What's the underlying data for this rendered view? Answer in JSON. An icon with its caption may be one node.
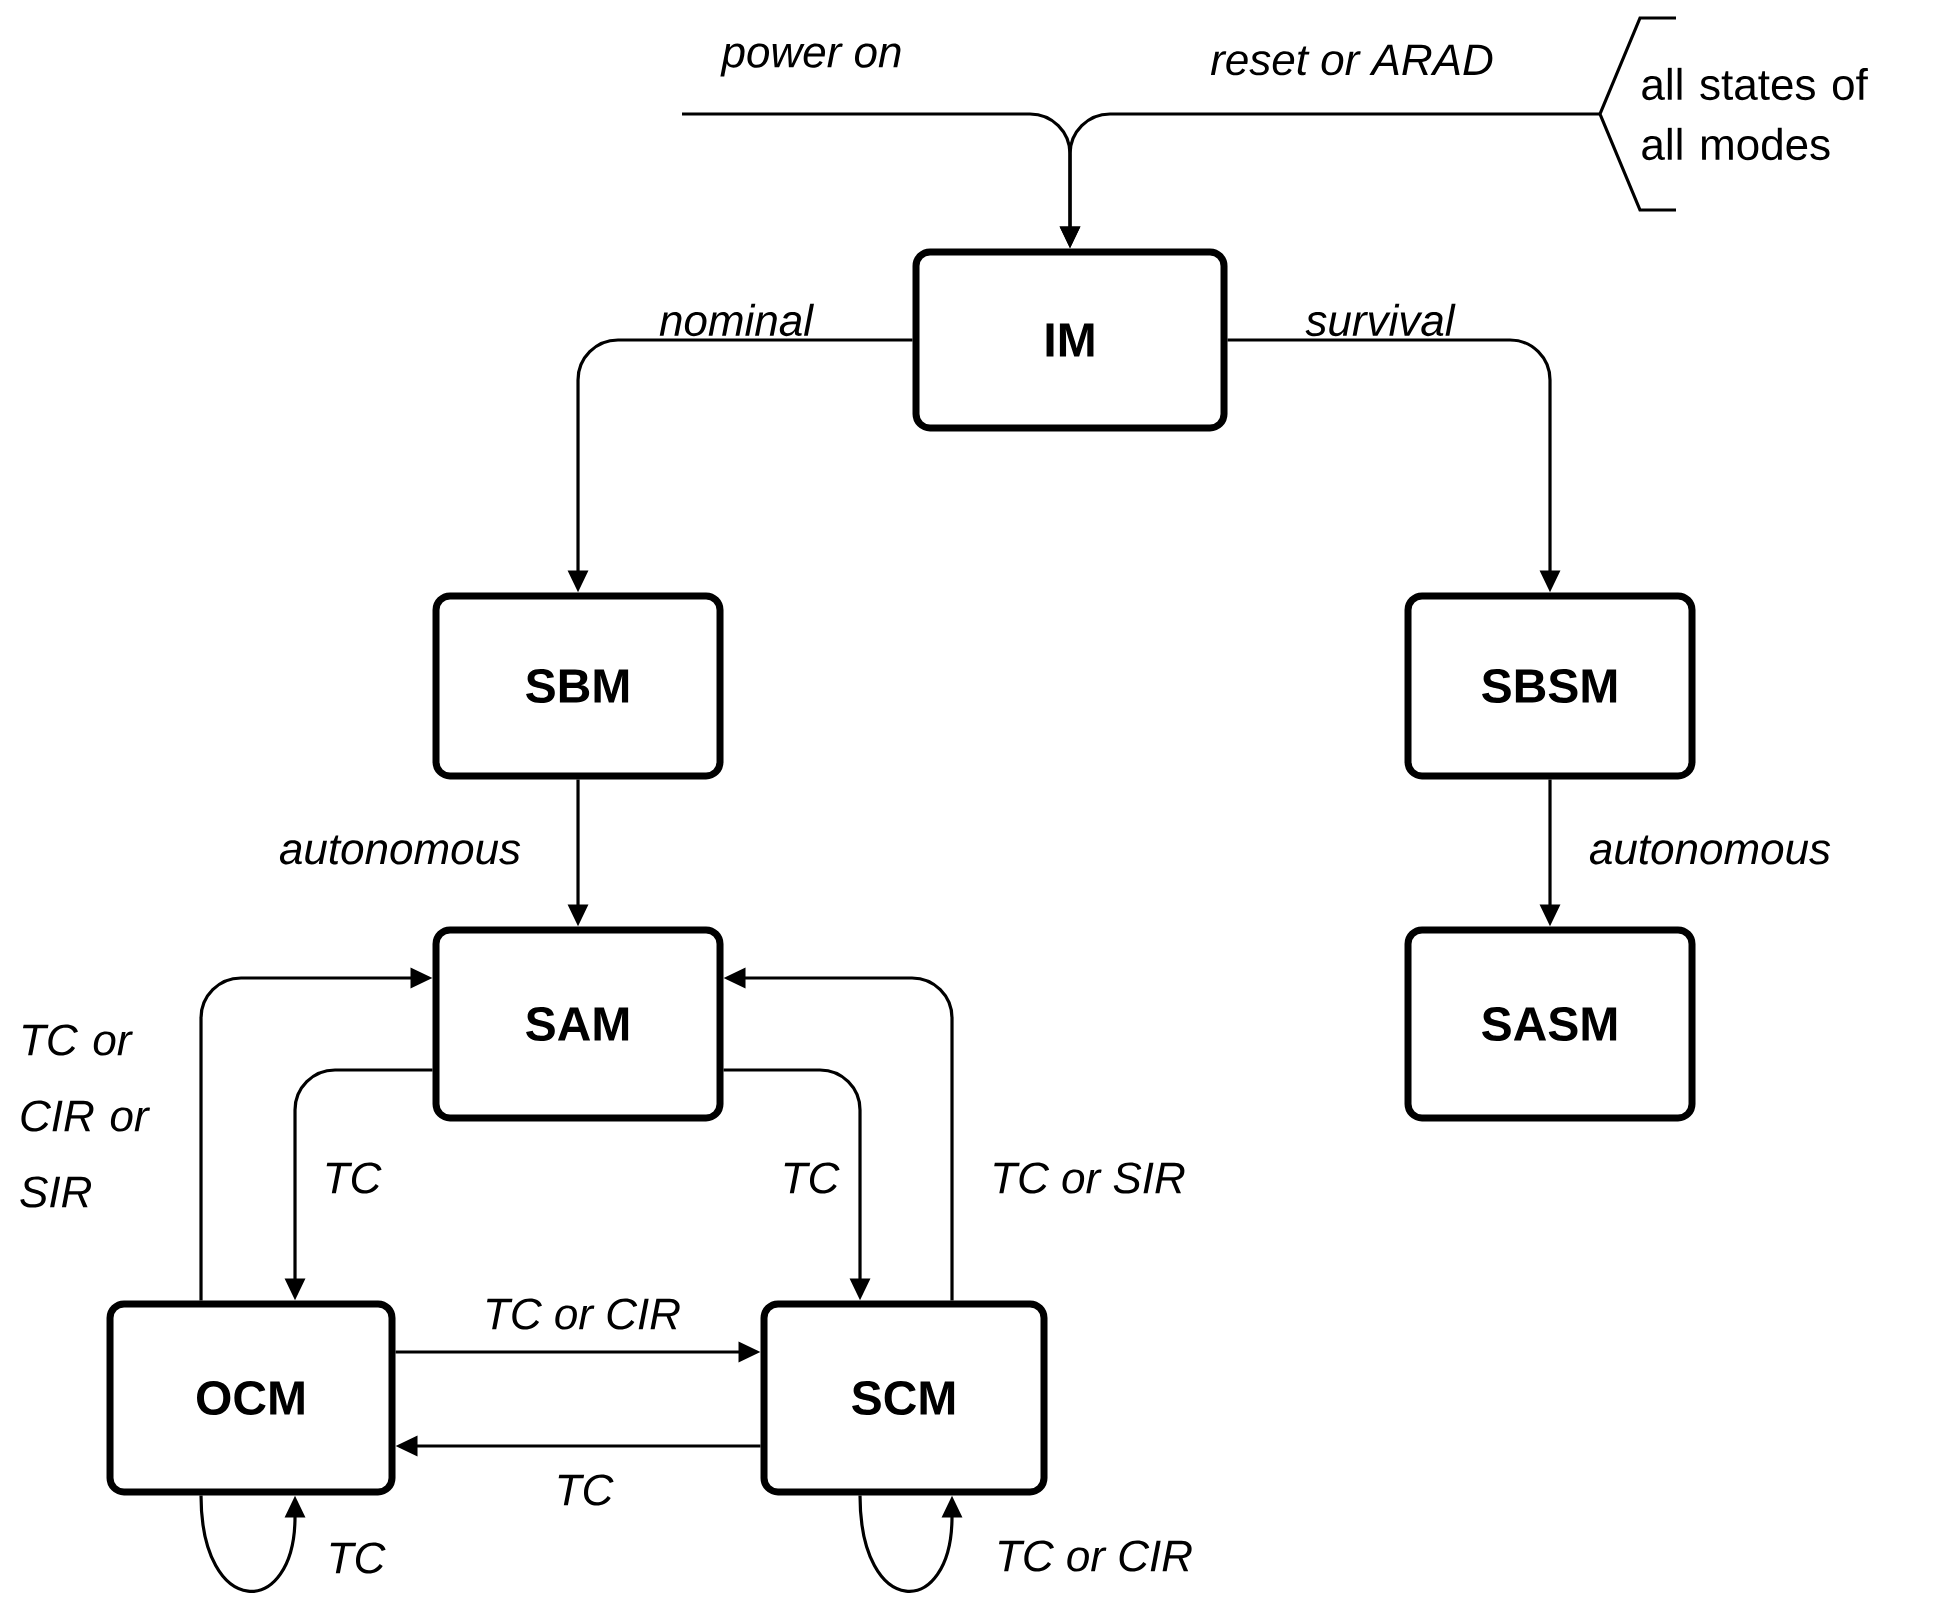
{
  "diagram": {
    "nodes": [
      {
        "text": [
          "IM"
        ]
      },
      {
        "text": [
          "SBM"
        ]
      },
      {
        "text": [
          "SBSM"
        ]
      },
      {
        "text": [
          "SAM"
        ]
      },
      {
        "text": [
          "SASM"
        ]
      },
      {
        "text": [
          "OCM"
        ]
      },
      {
        "text": [
          "SCM"
        ]
      },
      {
        "text": [
          "all states of all modes"
        ]
      }
    ],
    "edges": [
      {
        "from": null,
        "to": 0,
        "arrow": "to",
        "label": "power on"
      },
      {
        "from": 7,
        "to": 0,
        "arrow": "to",
        "label": "reset or ARAD"
      },
      {
        "from": 0,
        "to": 1,
        "arrow": "to",
        "label": "nominal"
      },
      {
        "from": 0,
        "to": 2,
        "arrow": "to",
        "label": "survival"
      },
      {
        "from": 1,
        "to": 3,
        "arrow": "to",
        "label": "autonomous"
      },
      {
        "from": 2,
        "to": 4,
        "arrow": "to",
        "label": "autonomous"
      },
      {
        "from": 3,
        "to": 5,
        "arrow": "to",
        "label": "TC"
      },
      {
        "from": 5,
        "to": 3,
        "arrow": "to",
        "label": "TC or CIR or SIR"
      },
      {
        "from": 3,
        "to": 6,
        "arrow": "to",
        "label": "TC"
      },
      {
        "from": 6,
        "to": 3,
        "arrow": "to",
        "label": "TC or SIR"
      },
      {
        "from": 5,
        "to": 6,
        "arrow": "to",
        "label": "TC or CIR"
      },
      {
        "from": 6,
        "to": 5,
        "arrow": "to",
        "label": "TC"
      },
      {
        "from": 5,
        "to": 5,
        "arrow": "to",
        "label": "TC"
      },
      {
        "from": 6,
        "to": 6,
        "arrow": "to",
        "label": "TC or CIR"
      }
    ]
  }
}
